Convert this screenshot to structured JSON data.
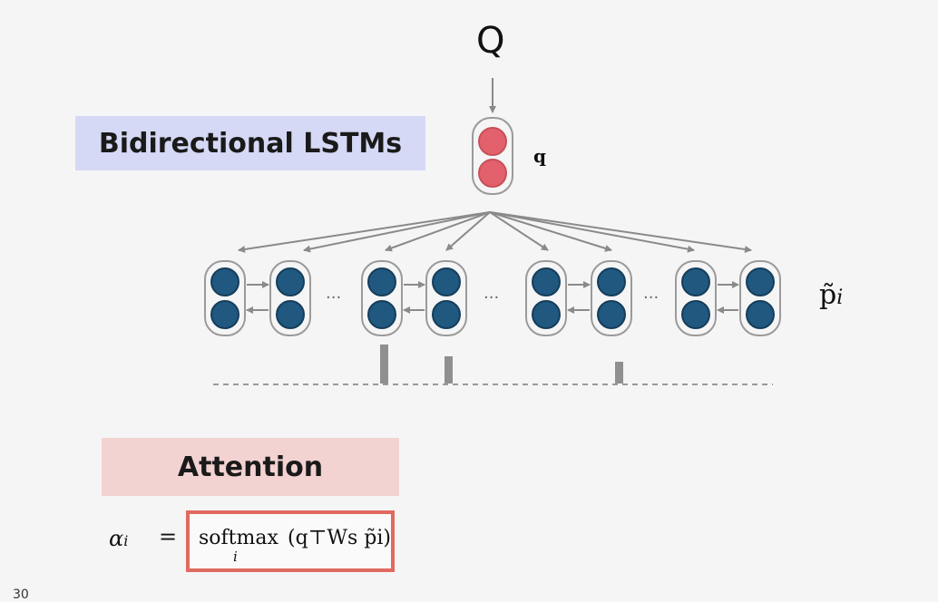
{
  "title": {
    "q": "Q"
  },
  "labels": {
    "lstm": "Bidirectional LSTMs",
    "attention": "Attention",
    "q_vector": "q",
    "p_tilde": "p̃",
    "p_tilde_sub": "i",
    "ellipsis": "···"
  },
  "formula": {
    "alpha": "α",
    "alpha_sub": "i",
    "equals": "=",
    "softmax": "softmax",
    "softmax_sub": "i",
    "argument": "(q⊤Ws p̃i)"
  },
  "slide_number": "30",
  "colors": {
    "query_node": "#e3616c",
    "lstm_node": "#20587f",
    "arrow": "#8a8a8a",
    "lstm_box": "#d6d9f5",
    "attention_box": "#f3d2d2",
    "formula_border": "#e06a60"
  }
}
